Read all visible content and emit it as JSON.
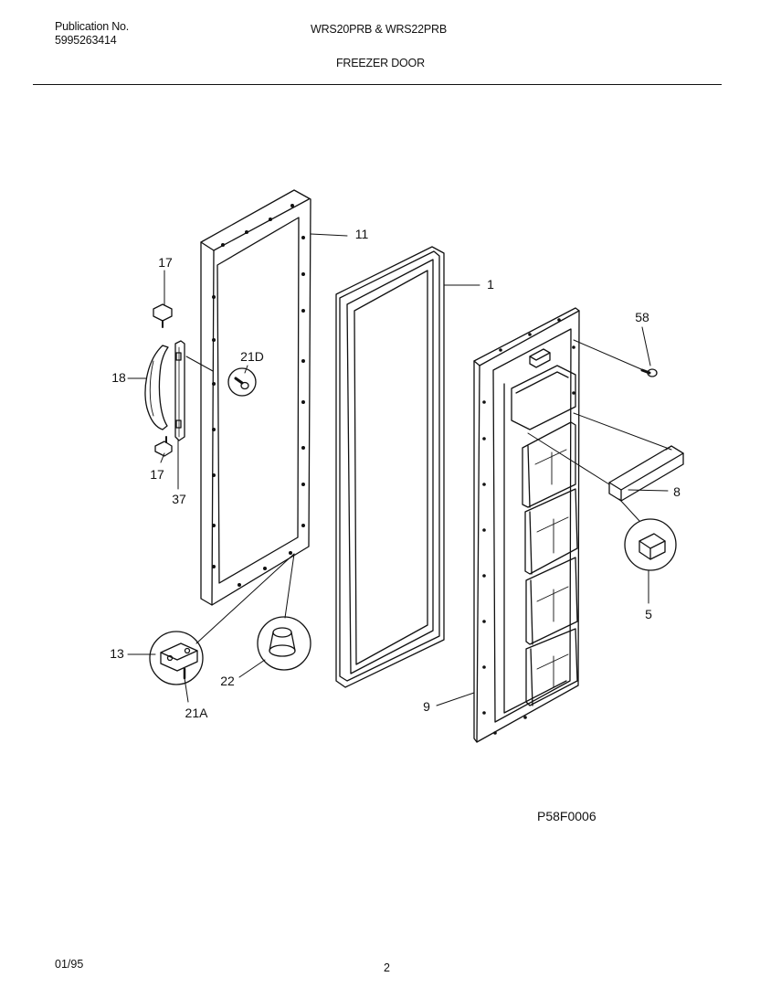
{
  "header": {
    "publication_label": "Publication No.",
    "publication_number": "5995263414",
    "models": "WRS20PRB & WRS22PRB",
    "section_title": "FREEZER DOOR"
  },
  "diagram": {
    "drawing_code": "P58F0006",
    "callouts": [
      {
        "id": "11",
        "text": "11"
      },
      {
        "id": "1",
        "text": "1"
      },
      {
        "id": "17a",
        "text": "17"
      },
      {
        "id": "21D",
        "text": "21D"
      },
      {
        "id": "18",
        "text": "18"
      },
      {
        "id": "17b",
        "text": "17"
      },
      {
        "id": "37",
        "text": "37"
      },
      {
        "id": "58",
        "text": "58"
      },
      {
        "id": "8",
        "text": "8"
      },
      {
        "id": "5",
        "text": "5"
      },
      {
        "id": "13",
        "text": "13"
      },
      {
        "id": "22",
        "text": "22"
      },
      {
        "id": "21A",
        "text": "21A"
      },
      {
        "id": "9",
        "text": "9"
      }
    ]
  },
  "footer": {
    "date": "01/95",
    "page_number": "2"
  }
}
